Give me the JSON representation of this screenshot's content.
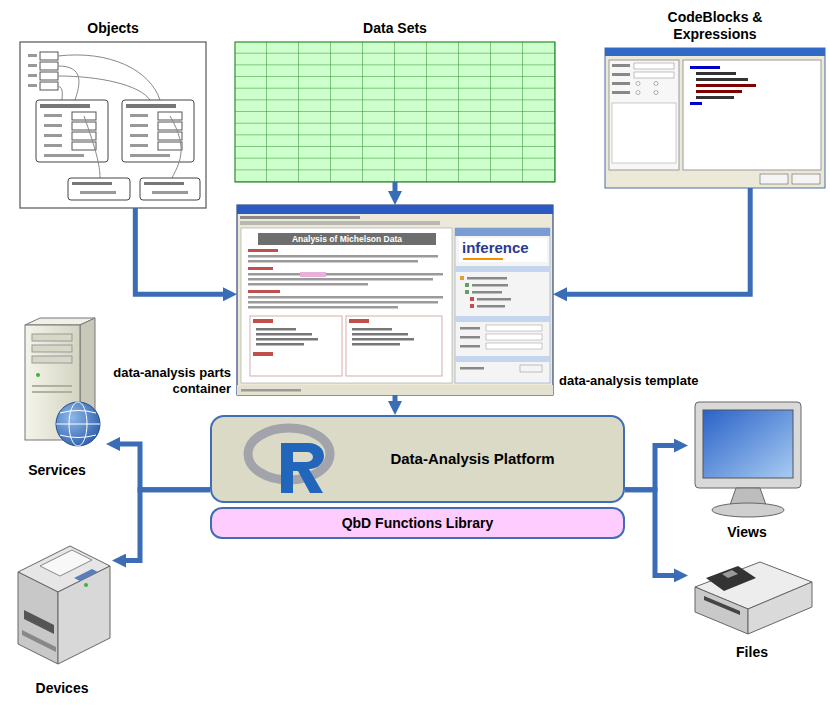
{
  "diagram": {
    "nodes": [
      {
        "text": [
          "Objects"
        ]
      },
      {
        "text": [
          "Data Sets"
        ]
      },
      {
        "text": [
          "CodeBlocks & Expressions"
        ]
      },
      {
        "text": [
          "data-analysis parts container",
          "data-analysis template"
        ]
      },
      {
        "text": [
          "Data-Analysis Platform"
        ]
      },
      {
        "text": [
          "QbD Functions Library"
        ]
      },
      {
        "text": [
          "Services"
        ]
      },
      {
        "text": [
          "Devices"
        ]
      },
      {
        "text": [
          "Views"
        ]
      },
      {
        "text": [
          "Files"
        ]
      }
    ],
    "edges": [
      {
        "from": 0,
        "to": 3,
        "arrow": "to"
      },
      {
        "from": 1,
        "to": 3,
        "arrow": "to"
      },
      {
        "from": 2,
        "to": 3,
        "arrow": "to"
      },
      {
        "from": 3,
        "to": 4,
        "arrow": "to"
      },
      {
        "from": 4,
        "to": 6,
        "arrow": "to"
      },
      {
        "from": 4,
        "to": 7,
        "arrow": "to"
      },
      {
        "from": 4,
        "to": 8,
        "arrow": "to"
      },
      {
        "from": 4,
        "to": 9,
        "arrow": "to"
      }
    ],
    "labels": [
      "Analysis of Michelson Data",
      "inference"
    ]
  }
}
